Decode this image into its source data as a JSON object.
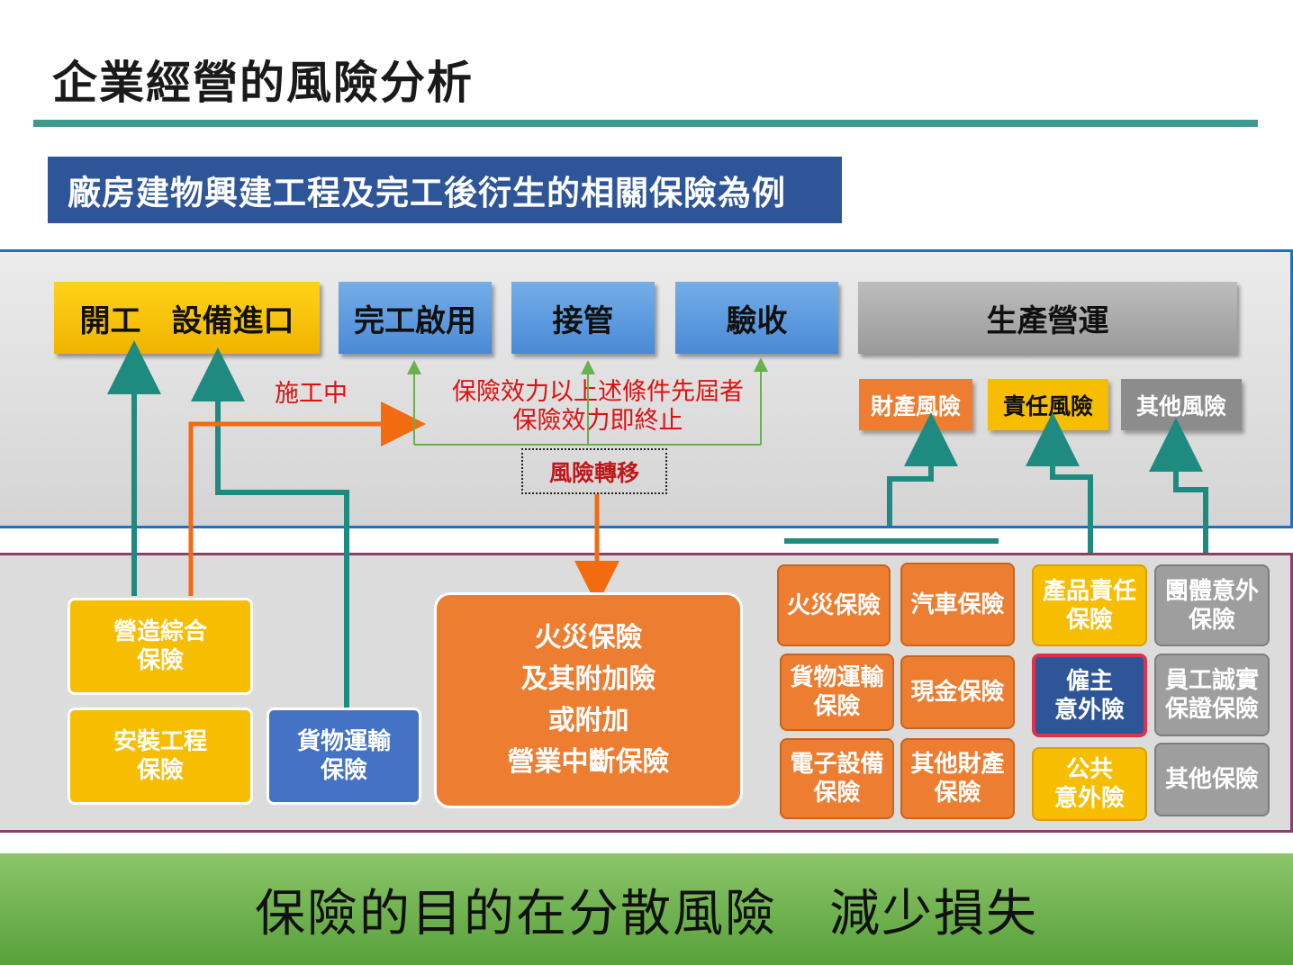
{
  "title": "企業經營的風險分析",
  "subtitle": "廠房建物興建工程及完工後衍生的相關保險為例",
  "stages": [
    {
      "label": "開工　設備進口",
      "color": "#f5c000"
    },
    {
      "label": "完工啟用",
      "color": "#5b9bd5"
    },
    {
      "label": "接管",
      "color": "#5b9bd5"
    },
    {
      "label": "驗收",
      "color": "#5b9bd5"
    },
    {
      "label": "生產營運",
      "color": "#a5a5a5"
    }
  ],
  "risks": {
    "property": "財產風險",
    "liability": "責任風險",
    "other": "其他風險"
  },
  "notes": {
    "under_construction": "施工中",
    "termination_line1": "保險效力以上述條件先屆者",
    "termination_line2": "保險效力即終止",
    "risk_transfer": "風險轉移"
  },
  "construction_insurance": {
    "car": [
      "營造綜合",
      "保險"
    ],
    "ear": [
      "安裝工程",
      "保險"
    ],
    "cargo": [
      "貨物運輸",
      "保險"
    ]
  },
  "fire_main": [
    "火災保險",
    "及其附加險",
    "或附加",
    "營業中斷保險"
  ],
  "property_insurance": [
    [
      "火災保險"
    ],
    [
      "汽車保險"
    ],
    [
      "貨物運輸",
      "保險"
    ],
    [
      "現金保險"
    ],
    [
      "電子設備",
      "保險"
    ],
    [
      "其他財產",
      "保險"
    ]
  ],
  "liability_insurance": [
    [
      "產品責任",
      "保險"
    ],
    [
      "僱主",
      "意外險"
    ],
    [
      "公共",
      "意外險"
    ]
  ],
  "other_insurance": [
    [
      "團體意外",
      "保險"
    ],
    [
      "員工誠實",
      "保證保險"
    ],
    [
      "其他保險"
    ]
  ],
  "footer": "保險的目的在分散風險　減少損失",
  "colors": {
    "accent_teal": "#3d9a8c",
    "subtitle_bg": "#2e5597",
    "orange": "#ed7d31",
    "yellow": "#f7bd00",
    "blue": "#4472c4",
    "gray": "#9e9e9e",
    "footer_green": "#70ad47"
  }
}
